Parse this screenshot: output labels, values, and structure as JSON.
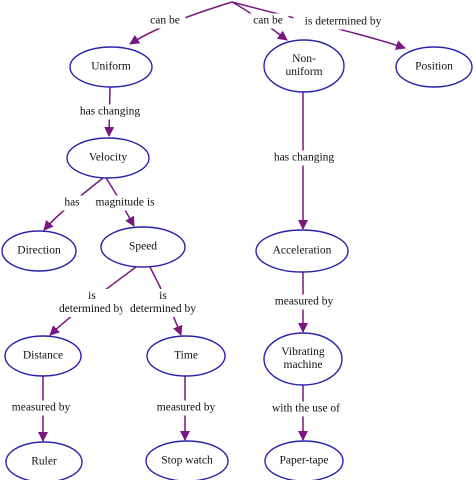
{
  "colors": {
    "node_outline": "#2a23a8",
    "edge": "#7a1780",
    "text": "#111111",
    "background": "#ffffff"
  },
  "nodes": {
    "uniform": [
      "Uniform"
    ],
    "nonuniform": [
      "Non-",
      "uniform"
    ],
    "position": [
      "Position"
    ],
    "velocity": [
      "Velocity"
    ],
    "direction": [
      "Direction"
    ],
    "speed": [
      "Speed"
    ],
    "distance": [
      "Distance"
    ],
    "time": [
      "Time"
    ],
    "acceleration": [
      "Acceleration"
    ],
    "vibrating": [
      "Vibrating",
      "machine"
    ],
    "ruler": [
      "Ruler"
    ],
    "stopwatch": [
      "Stop watch"
    ],
    "papertape": [
      "Paper-tape"
    ]
  },
  "edge_labels": {
    "root_uniform": [
      "can be"
    ],
    "root_nonuniform": [
      "can be"
    ],
    "root_position": [
      "is determined by"
    ],
    "uniform_velocity": [
      "has changing"
    ],
    "velocity_direction": [
      "has"
    ],
    "velocity_speed": [
      "magnitude is"
    ],
    "speed_distance": [
      "is",
      "determined by"
    ],
    "speed_time": [
      "is",
      "determined by"
    ],
    "nonuniform_acceleration": [
      "has changing"
    ],
    "acceleration_vibrating": [
      "measured by"
    ],
    "distance_ruler": [
      "measured by"
    ],
    "time_stopwatch": [
      "measured by"
    ],
    "vibrating_papertape": [
      "with the use of"
    ]
  }
}
